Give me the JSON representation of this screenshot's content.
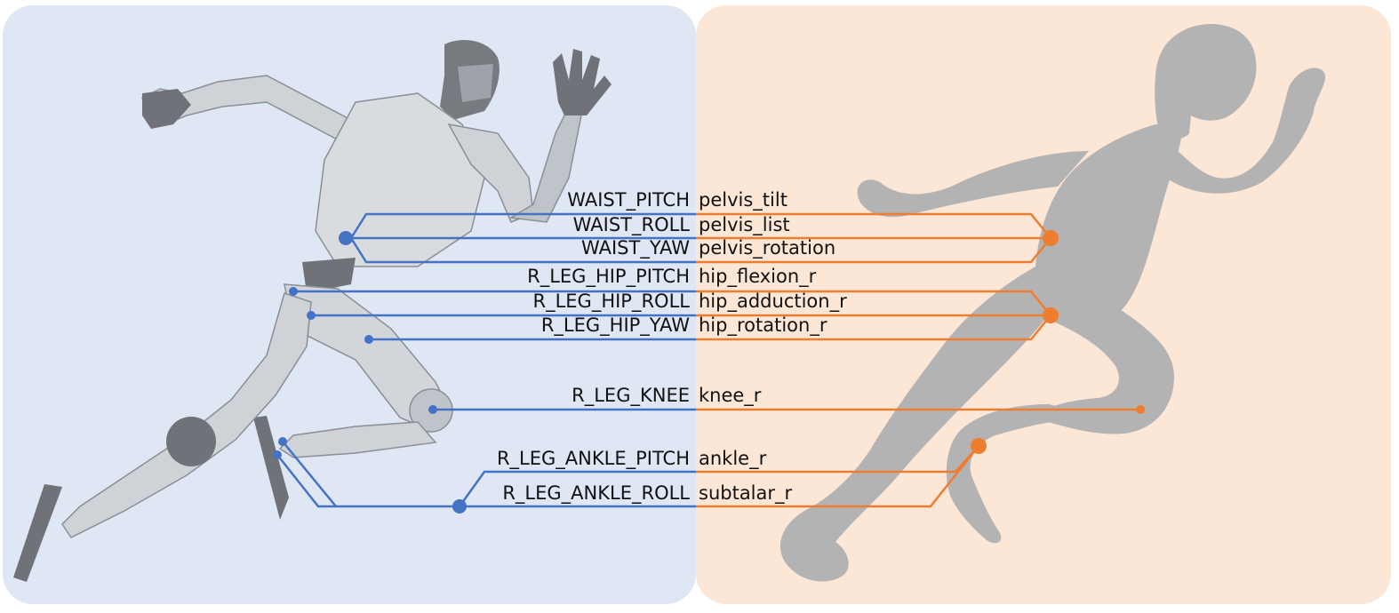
{
  "colors": {
    "left_panel": "#dfe6f4",
    "right_panel": "#fce6d6",
    "robot_link": "#4472c4",
    "human_link": "#ed7d31",
    "silhouette": "#b3b3b3",
    "robot_body": "#cfd3d8",
    "robot_dark": "#6f7379"
  },
  "icons": {
    "left_figure": "humanoid-robot-running-icon",
    "right_figure": "human-silhouette-running-icon"
  },
  "joints": [
    {
      "robot": "WAIST_PITCH",
      "human": "pelvis_tilt"
    },
    {
      "robot": "WAIST_ROLL",
      "human": "pelvis_list"
    },
    {
      "robot": "WAIST_YAW",
      "human": "pelvis_rotation"
    },
    {
      "robot": "R_LEG_HIP_PITCH",
      "human": "hip_flexion_r"
    },
    {
      "robot": "R_LEG_HIP_ROLL",
      "human": "hip_adduction_r"
    },
    {
      "robot": "R_LEG_HIP_YAW",
      "human": "hip_rotation_r"
    },
    {
      "robot": "R_LEG_KNEE",
      "human": "knee_r"
    },
    {
      "robot": "R_LEG_ANKLE_PITCH",
      "human": "ankle_r"
    },
    {
      "robot": "R_LEG_ANKLE_ROLL",
      "human": "subtalar_r"
    }
  ]
}
